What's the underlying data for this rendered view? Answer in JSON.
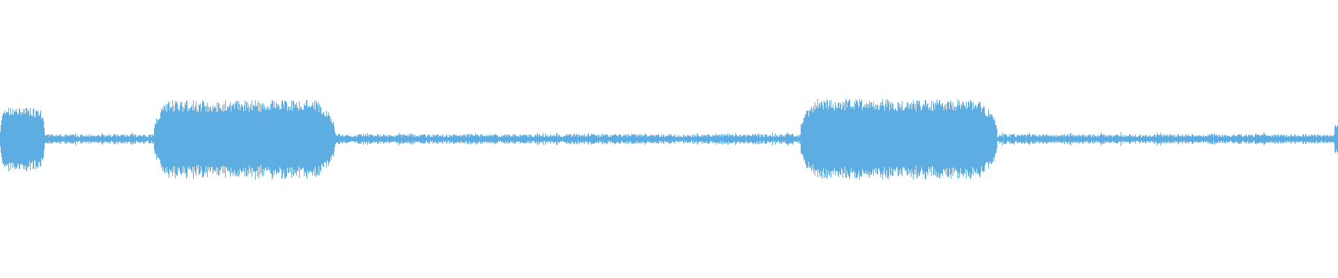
{
  "waveform": {
    "color": "#5DADE2",
    "background": "#FFFFFF",
    "segments": [
      {
        "type": "sound",
        "start": 0.0,
        "end": 0.033,
        "amplitude": 0.5
      },
      {
        "type": "quiet",
        "start": 0.033,
        "end": 0.115,
        "amplitude": 0.06
      },
      {
        "type": "sound",
        "start": 0.115,
        "end": 0.25,
        "amplitude": 0.62
      },
      {
        "type": "quiet",
        "start": 0.25,
        "end": 0.598,
        "amplitude": 0.05
      },
      {
        "type": "sound",
        "start": 0.598,
        "end": 0.745,
        "amplitude": 0.64
      },
      {
        "type": "quiet",
        "start": 0.745,
        "end": 0.997,
        "amplitude": 0.05
      },
      {
        "type": "spike",
        "start": 0.997,
        "end": 1.0,
        "amplitude": 0.24
      }
    ]
  }
}
